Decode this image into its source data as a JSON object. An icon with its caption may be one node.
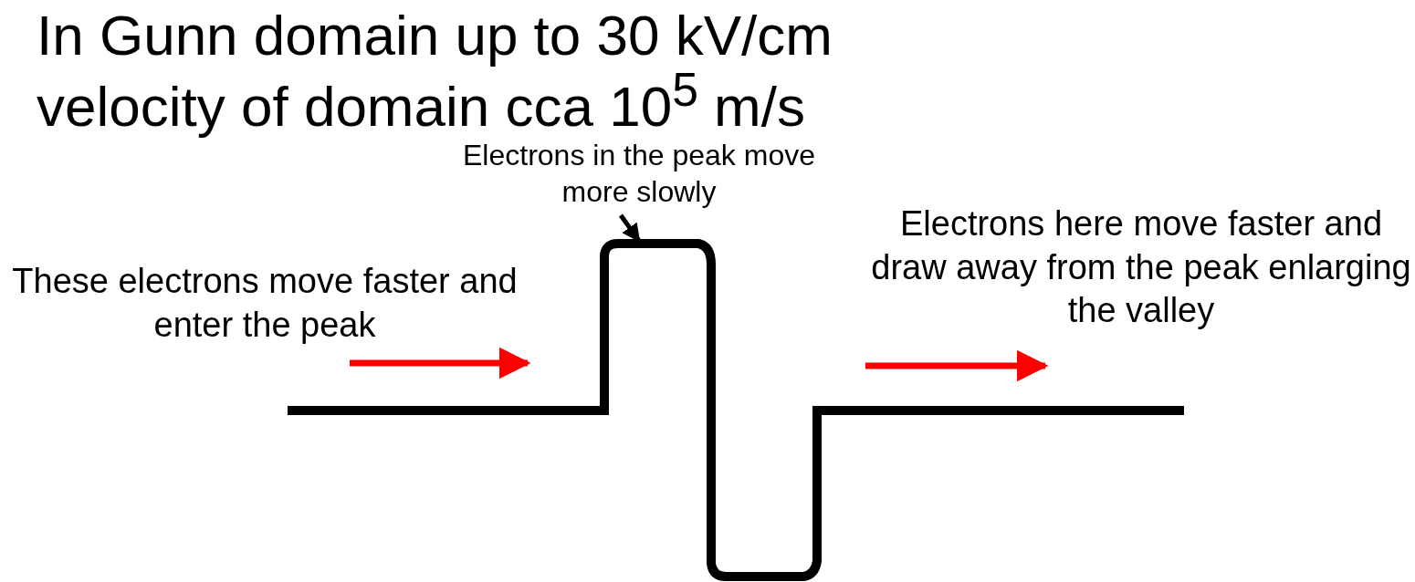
{
  "diagram": {
    "nodes": [
      {
        "text": [
          "Electrons in the peak move more slowly"
        ]
      },
      {
        "text": [],
        "shape": "picture"
      }
    ],
    "edges": [
      {
        "from": 0,
        "to": 1,
        "arrow": "to"
      }
    ],
    "labels": [
      "In Gunn domain up to 30 kV/cm",
      "velocity of domain cca 10$^{5}$ m/s",
      "These electrons move faster and enter the peak",
      "Electrons here move faster and draw away from the peak enlarging the valley"
    ]
  }
}
